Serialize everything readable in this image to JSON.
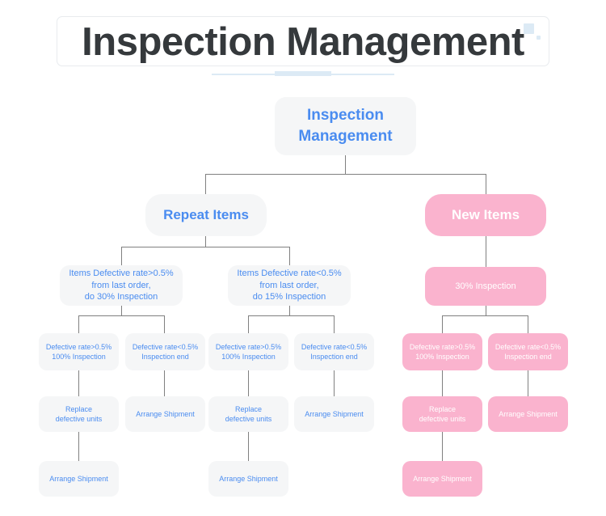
{
  "header": {
    "title": "Inspection Management",
    "deco_color": "#dceaf5",
    "title_color": "#35393c"
  },
  "theme": {
    "background": "#ffffff",
    "blue_node_bg": "#f5f6f7",
    "blue_node_text": "#4a8cf0",
    "pink_node_bg": "#fab3ce",
    "pink_node_text": "#ffffff",
    "connector": "#808080"
  },
  "diagram": {
    "root": {
      "label": "Inspection\nManagement",
      "line1": "Inspection",
      "line2": "Management"
    },
    "branches": [
      {
        "id": "repeat-items",
        "label": "Repeat Items",
        "style": "blue",
        "children": [
          {
            "id": "repeat-gt",
            "line1": "Items Defective rate>0.5%",
            "line2": "from last order,",
            "line3": "do 30% Inspection",
            "children": [
              {
                "id": "repeat-gt-defect-high",
                "line1": "Defective rate>0.5%",
                "line2": "100% Inspection",
                "children": [
                  {
                    "id": "repeat-gt-replace",
                    "line1": "Replace",
                    "line2": "defective units",
                    "children": [
                      {
                        "id": "repeat-gt-arrange",
                        "line1": "Arrange Shipment",
                        "line2": ""
                      }
                    ]
                  }
                ]
              },
              {
                "id": "repeat-gt-defect-low",
                "line1": "Defective rate<0.5%",
                "line2": "Inspection end",
                "children": [
                  {
                    "id": "repeat-gt-arrange-2",
                    "line1": "Arrange Shipment",
                    "line2": ""
                  }
                ]
              }
            ]
          },
          {
            "id": "repeat-lt",
            "line1": "Items Defective rate<0.5%",
            "line2": "from last order,",
            "line3": "do 15% Inspection",
            "children": [
              {
                "id": "repeat-lt-defect-high",
                "line1": "Defective rate>0.5%",
                "line2": "100% Inspection",
                "children": [
                  {
                    "id": "repeat-lt-replace",
                    "line1": "Replace",
                    "line2": "defective units",
                    "children": [
                      {
                        "id": "repeat-lt-arrange",
                        "line1": "Arrange Shipment",
                        "line2": ""
                      }
                    ]
                  }
                ]
              },
              {
                "id": "repeat-lt-defect-low",
                "line1": "Defective rate<0.5%",
                "line2": "Inspection end",
                "children": [
                  {
                    "id": "repeat-lt-arrange-2",
                    "line1": "Arrange Shipment",
                    "line2": ""
                  }
                ]
              }
            ]
          }
        ]
      },
      {
        "id": "new-items",
        "label": "New Items",
        "style": "pink",
        "children": [
          {
            "id": "new-30",
            "line1": "30% Inspection",
            "children": [
              {
                "id": "new-defect-high",
                "line1": "Defective rate>0.5%",
                "line2": "100% Inspection",
                "children": [
                  {
                    "id": "new-replace",
                    "line1": "Replace",
                    "line2": "defective units",
                    "children": [
                      {
                        "id": "new-arrange",
                        "line1": "Arrange Shipment",
                        "line2": ""
                      }
                    ]
                  }
                ]
              },
              {
                "id": "new-defect-low",
                "line1": "Defective rate<0.5%",
                "line2": "Inspection end",
                "children": [
                  {
                    "id": "new-arrange-2",
                    "line1": "Arrange Shipment",
                    "line2": ""
                  }
                ]
              }
            ]
          }
        ]
      }
    ],
    "nodes": {
      "root_l1": "Inspection",
      "root_l2": "Management",
      "repeat_items": "Repeat Items",
      "new_items": "New Items",
      "repeat_gt_l1": "Items Defective rate>0.5%",
      "repeat_gt_l2": "from last order,",
      "repeat_gt_l3": "do 30% Inspection",
      "repeat_lt_l1": "Items Defective rate<0.5%",
      "repeat_lt_l2": "from last order,",
      "repeat_lt_l3": "do 15% Inspection",
      "new_30": "30% Inspection",
      "defect_high_l1": "Defective rate>0.5%",
      "defect_high_l2": "100% Inspection",
      "defect_low_l1": "Defective rate<0.5%",
      "defect_low_l2": "Inspection end",
      "replace_l1": "Replace",
      "replace_l2": "defective units",
      "arrange": "Arrange Shipment"
    }
  }
}
